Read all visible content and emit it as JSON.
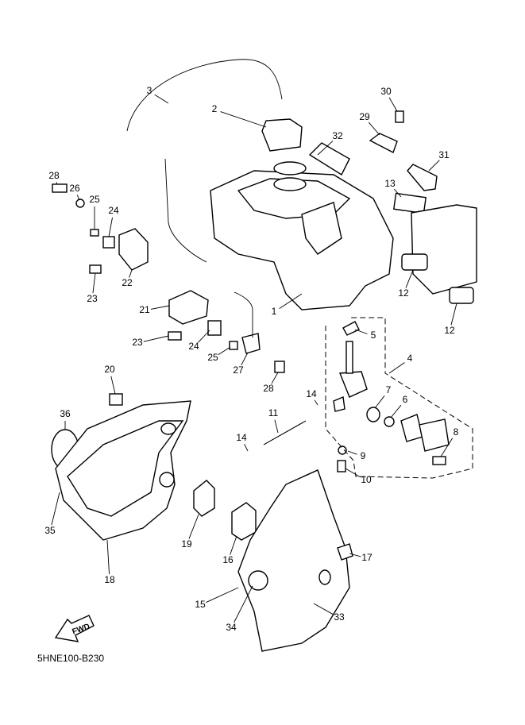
{
  "diagram_code": "5HNE100-B230",
  "fwd_label": "FWD",
  "callouts": [
    "3",
    "2",
    "30",
    "29",
    "32",
    "31",
    "13",
    "28",
    "26",
    "25",
    "24",
    "22",
    "23",
    "21",
    "1",
    "12",
    "12",
    "5",
    "4",
    "23",
    "24",
    "25",
    "27",
    "28",
    "20",
    "14",
    "7",
    "6",
    "36",
    "11",
    "8",
    "14",
    "9",
    "10",
    "35",
    "19",
    "16",
    "17",
    "18",
    "15",
    "34",
    "33"
  ]
}
